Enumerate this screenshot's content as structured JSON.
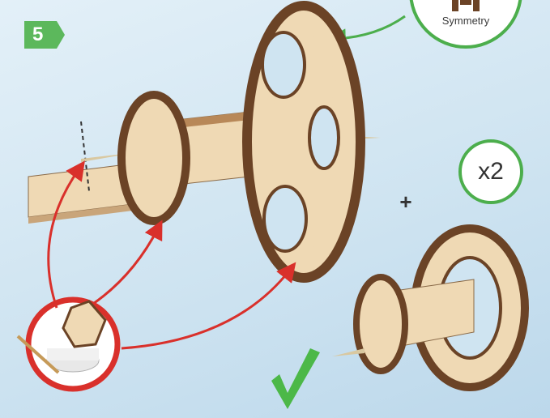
{
  "step": {
    "number": "5"
  },
  "symmetry_callout": {
    "label": "Symmetry"
  },
  "quantity": {
    "label": "x2"
  },
  "plus": {
    "label": "+"
  },
  "colors": {
    "step_badge": "#5cb85c",
    "green_arrow": "#4cae4c",
    "red_arrow": "#d9302b",
    "tick": "#4cb848",
    "wood": "#efd9b4",
    "wood_edge": "#6b4326"
  },
  "icons": [
    "step-badge",
    "symmetry-callout",
    "gear-assembly",
    "toothpick-glue-icon",
    "red-arrow",
    "green-arrow",
    "checkmark-icon"
  ]
}
